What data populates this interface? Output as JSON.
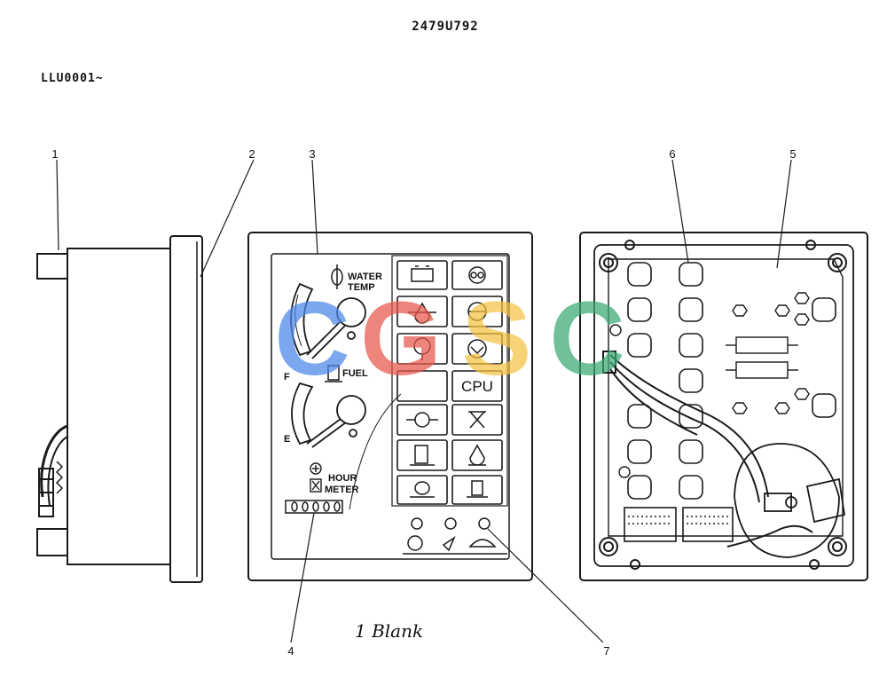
{
  "header": {
    "part_number": "2479U792",
    "serial_range": "LLU0001~"
  },
  "callouts": [
    "1",
    "2",
    "3",
    "4",
    "5",
    "6",
    "7"
  ],
  "panel_labels": {
    "water_temp_line1": "WATER",
    "water_temp_line2": "TEMP",
    "fuel": "FUEL",
    "gauge_full": "F",
    "gauge_empty": "E",
    "hour_line1": "HOUR",
    "hour_line2": "METER",
    "cpu": "CPU"
  },
  "handwritten_note": "1 Blank",
  "watermark": {
    "letters": [
      "C",
      "G",
      "S",
      "C"
    ],
    "colors": [
      "#4a86e8",
      "#e8574a",
      "#f5c242",
      "#3aa874"
    ]
  },
  "colors": {
    "line": "#1a1a1a",
    "background": "#ffffff"
  }
}
